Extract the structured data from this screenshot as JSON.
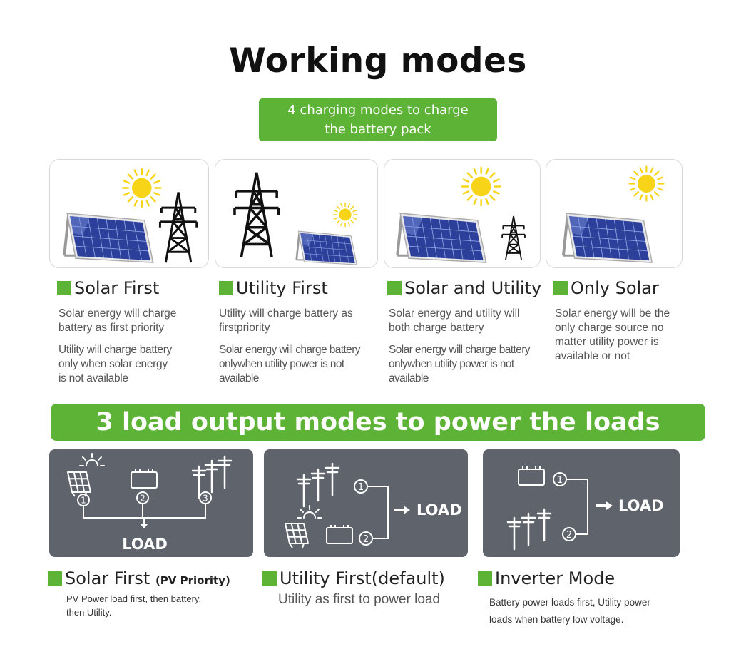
{
  "title": "Working modes",
  "charging_badge": {
    "line1": "4 charging modes to charge",
    "line2": "the battery pack"
  },
  "charging_modes": [
    {
      "name": "Solar First",
      "desc1": [
        "Solar energy will charge",
        "battery as first priority"
      ],
      "desc2": [
        "Utility will charge battery",
        "only when solar energy",
        "is not available"
      ]
    },
    {
      "name": "Utility First",
      "desc1": [
        "Utility will charge battery as",
        "firstpriority"
      ],
      "desc2": [
        "Solar energy will charge battery",
        "onlywhen utility power is not",
        "available"
      ]
    },
    {
      "name": "Solar and Utility",
      "desc1": [
        "Solar energy and utility will",
        "both charge battery"
      ],
      "desc2": [
        "Solar energy will charge battery",
        "onlywhen utility power is not",
        "available"
      ]
    },
    {
      "name": "Only Solar",
      "desc1": [
        "Solar energy will be the",
        "only charge source no",
        "matter utility power is",
        "available or not"
      ],
      "desc2": []
    }
  ],
  "load_banner": "3 load output modes to power the loads",
  "output_modes": [
    {
      "name": "Solar First",
      "tag": "(PV Priority)",
      "desc": [
        "PV Power load first, then battery,",
        "then Utility."
      ],
      "diagram": {
        "load": "LOAD",
        "n1": "1",
        "n2": "2",
        "n3": "3"
      }
    },
    {
      "name": "Utility First(default)",
      "tag": "",
      "desc": [
        "Utility as first to power load"
      ],
      "diagram": {
        "load": "LOAD",
        "n1": "1",
        "n2": "2"
      }
    },
    {
      "name": "Inverter Mode",
      "tag": "",
      "desc": [
        "Battery power loads first, Utility  power",
        "loads when battery low voltage."
      ],
      "diagram": {
        "load": "LOAD",
        "n1": "1",
        "n2": "2"
      }
    }
  ],
  "colors": {
    "accent": "#5cb336",
    "dark_panel": "#5f636c",
    "sun": "#f7d417",
    "panel_blue": "#2c3f9a"
  }
}
